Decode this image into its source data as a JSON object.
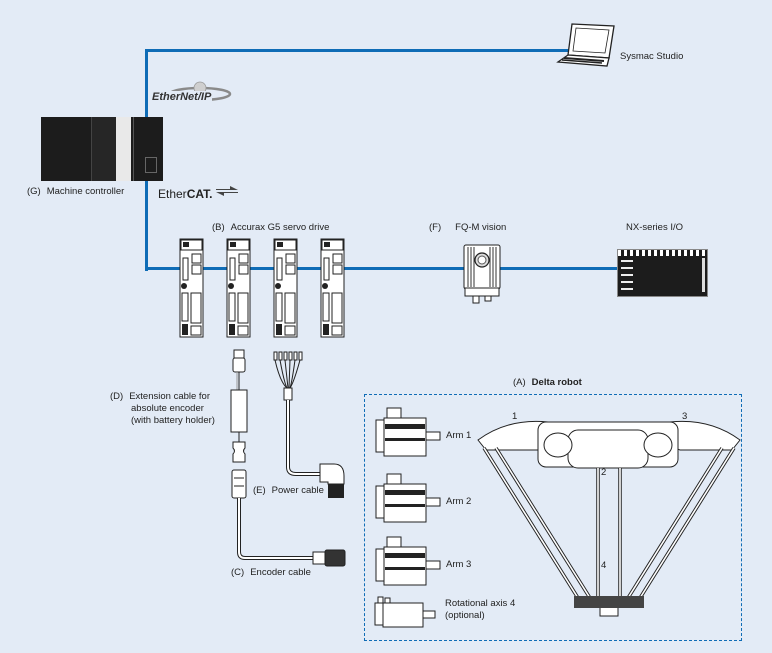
{
  "colors": {
    "background": "#e3ebf6",
    "network_line": "#0f6cb6",
    "device_dark": "#1c1c1c",
    "outline": "#333333"
  },
  "networks": {
    "ethernet_ip": {
      "logo_text": "EtherNet/IP",
      "icon": "ethernet-ip-logo"
    },
    "ethercat": {
      "logo_prefix": "Ether",
      "logo_suffix": "CAT.",
      "icon": "ethercat-logo"
    }
  },
  "components": {
    "sysmac": {
      "label": "Sysmac Studio",
      "icon": "laptop-icon"
    },
    "machine_controller": {
      "tag": "(G)",
      "label": "Machine controller",
      "icon": "controller-icon"
    },
    "servo_drive": {
      "tag": "(B)",
      "label": "Accurax G5 servo drive",
      "count": 4,
      "icon": "servo-drive-icon"
    },
    "vision": {
      "tag": "(F)",
      "label": "FQ-M vision",
      "icon": "camera-icon"
    },
    "nx_io": {
      "label": "NX-series I/O",
      "icon": "io-module-icon"
    },
    "extension_cable": {
      "tag": "(D)",
      "label_lines": [
        "Extension cable for",
        "absolute encoder",
        "(with battery holder)"
      ]
    },
    "power_cable": {
      "tag": "(E)",
      "label": "Power cable"
    },
    "encoder_cable": {
      "tag": "(C)",
      "label": "Encoder cable"
    },
    "delta_robot": {
      "tag": "(A)",
      "label": "Delta robot",
      "motors": [
        {
          "label": "Arm 1"
        },
        {
          "label": "Arm 2"
        },
        {
          "label": "Arm 3"
        },
        {
          "label_lines": [
            "Rotational axis 4",
            "(optional)"
          ]
        }
      ],
      "axis_numbers": [
        "1",
        "2",
        "3",
        "4"
      ]
    }
  }
}
